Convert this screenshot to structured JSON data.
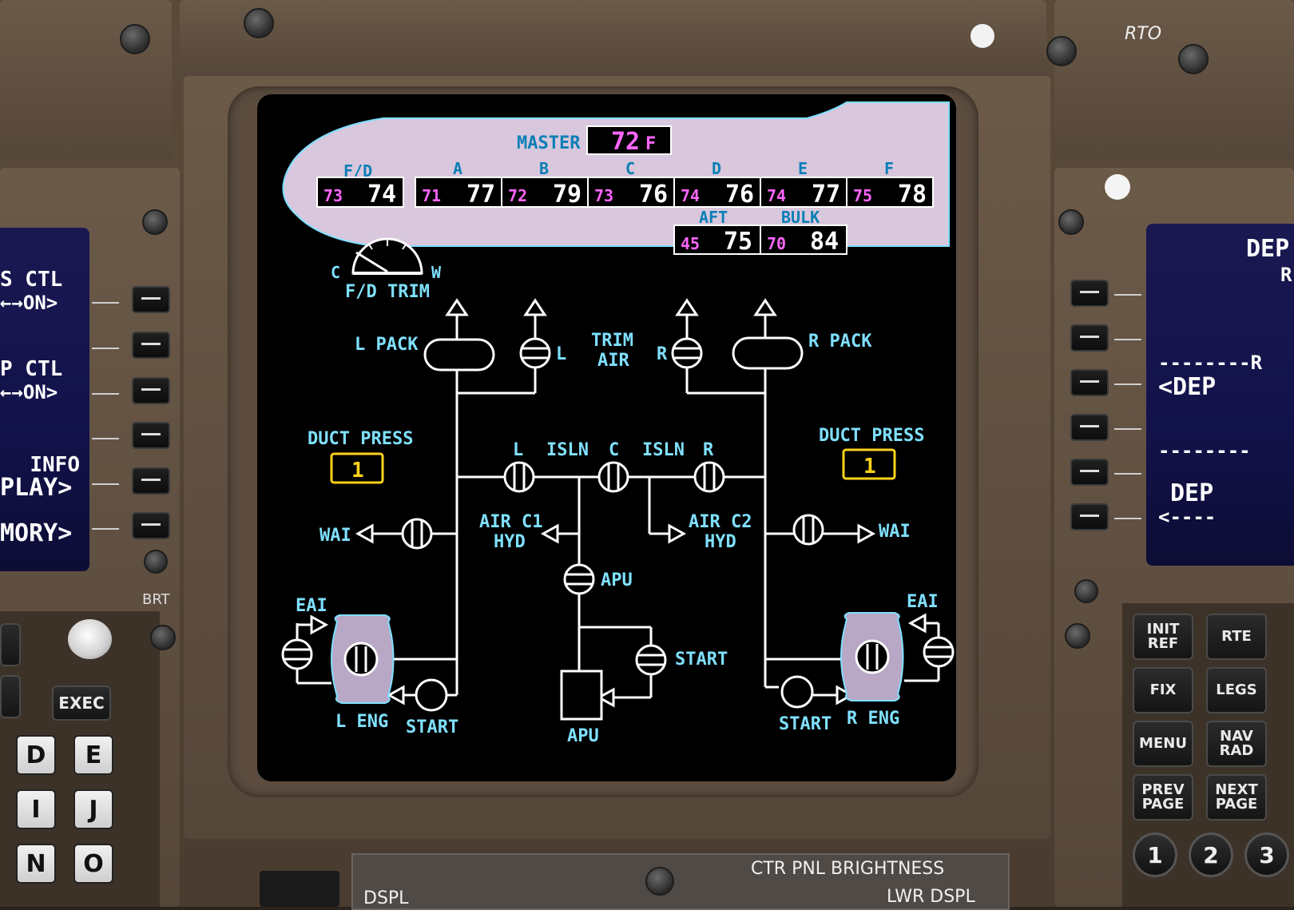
{
  "colors": {
    "fuselage_fill": "#d8c7dd",
    "line_white": "#ffffff",
    "label_cyan": "#7fe0ff",
    "actual_temp": "#ffffff",
    "target_temp": "#ff66ff",
    "duct_box": "#ffd21a",
    "engine_fill": "#b9a7c6"
  },
  "eicas": {
    "master_label": "MASTER",
    "master_value": "72",
    "master_unit": "F",
    "zones": [
      {
        "name": "F/D",
        "target": "73",
        "actual": "74"
      },
      {
        "name": "A",
        "target": "71",
        "actual": "77"
      },
      {
        "name": "B",
        "target": "72",
        "actual": "79"
      },
      {
        "name": "C",
        "target": "73",
        "actual": "76"
      },
      {
        "name": "D",
        "target": "74",
        "actual": "76"
      },
      {
        "name": "E",
        "target": "74",
        "actual": "77"
      },
      {
        "name": "F",
        "target": "75",
        "actual": "78"
      }
    ],
    "cargo": [
      {
        "name": "AFT",
        "target": "45",
        "actual": "75"
      },
      {
        "name": "BULK",
        "target": "70",
        "actual": "84"
      }
    ],
    "fd_trim": {
      "label": "F/D TRIM",
      "cold": "C",
      "warm": "W"
    },
    "l_pack": "L PACK",
    "r_pack": "R PACK",
    "trim_air_1": "TRIM",
    "trim_air_2": "AIR",
    "trim_l": "L",
    "trim_r": "R",
    "duct_press_left": {
      "label": "DUCT PRESS",
      "value": "1"
    },
    "duct_press_right": {
      "label": "DUCT PRESS",
      "value": "1"
    },
    "isln_l": "L",
    "isln_label_1": "ISLN",
    "isln_c": "C",
    "isln_label_2": "ISLN",
    "isln_r": "R",
    "wai_left": "WAI",
    "wai_right": "WAI",
    "air_c1_1": "AIR C1",
    "air_c1_2": "HYD",
    "air_c2_1": "AIR C2",
    "air_c2_2": "HYD",
    "apu_valve": "APU",
    "apu_unit": "APU",
    "apu_start": "START",
    "eai_left": "EAI",
    "eai_right": "EAI",
    "l_eng": "L ENG",
    "r_eng": "R ENG",
    "start_left": "START",
    "start_right": "START"
  },
  "left_cdu": {
    "lines": [
      "S CTL",
      "←→ON>",
      "P CTL",
      "←→ON>",
      "INFO",
      "PLAY>",
      "MORY>"
    ],
    "brt": "BRT",
    "exec": "EXEC",
    "keys": [
      "D",
      "E",
      "I",
      "J",
      "N",
      "O"
    ]
  },
  "right_cdu": {
    "lines": [
      "DEP",
      "R",
      "--------R",
      "<DEP",
      "--------",
      "DEP",
      "<----"
    ],
    "keys": [
      {
        "l1": "INIT",
        "l2": "REF"
      },
      {
        "l1": "RTE",
        "l2": ""
      },
      {
        "l1": "FIX",
        "l2": ""
      },
      {
        "l1": "LEGS",
        "l2": ""
      },
      {
        "l1": "MENU",
        "l2": ""
      },
      {
        "l1": "NAV",
        "l2": "RAD"
      },
      {
        "l1": "PREV",
        "l2": "PAGE"
      },
      {
        "l1": "NEXT",
        "l2": "PAGE"
      }
    ],
    "numbers": [
      "1",
      "2",
      "3"
    ]
  },
  "top_right_label": "RTO",
  "bottom_panel": {
    "ctr_pnl": "CTR PNL BRIGHTNESS",
    "lwr_dspl": "LWR DSPL",
    "dspl": "DSPL"
  }
}
